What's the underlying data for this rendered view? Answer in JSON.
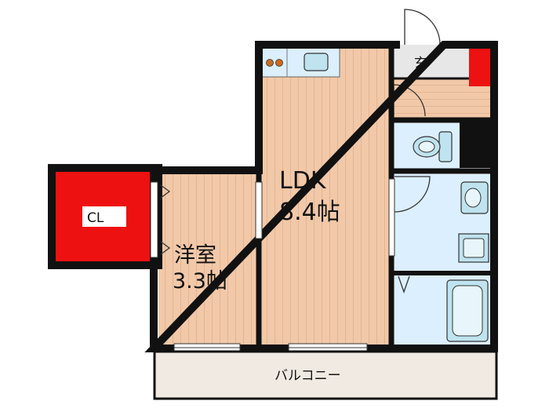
{
  "rooms": {
    "ldk": {
      "name": "LDK",
      "size": "8.4帖"
    },
    "western": {
      "name": "洋室",
      "size": "3.3帖"
    },
    "closet": {
      "name": "CL"
    },
    "entrance": {
      "name": "玄"
    },
    "balcony": {
      "name": "バルコニー"
    }
  },
  "colors": {
    "wall": "#111111",
    "floor_wood": "#f2c9a8",
    "floor_stripe": "#d9a888",
    "wet_area": "#dcefff",
    "closet_red": "#ee1111",
    "balcony_fill": "#f1eae3",
    "entrance_fill": "#e7e7e7"
  }
}
